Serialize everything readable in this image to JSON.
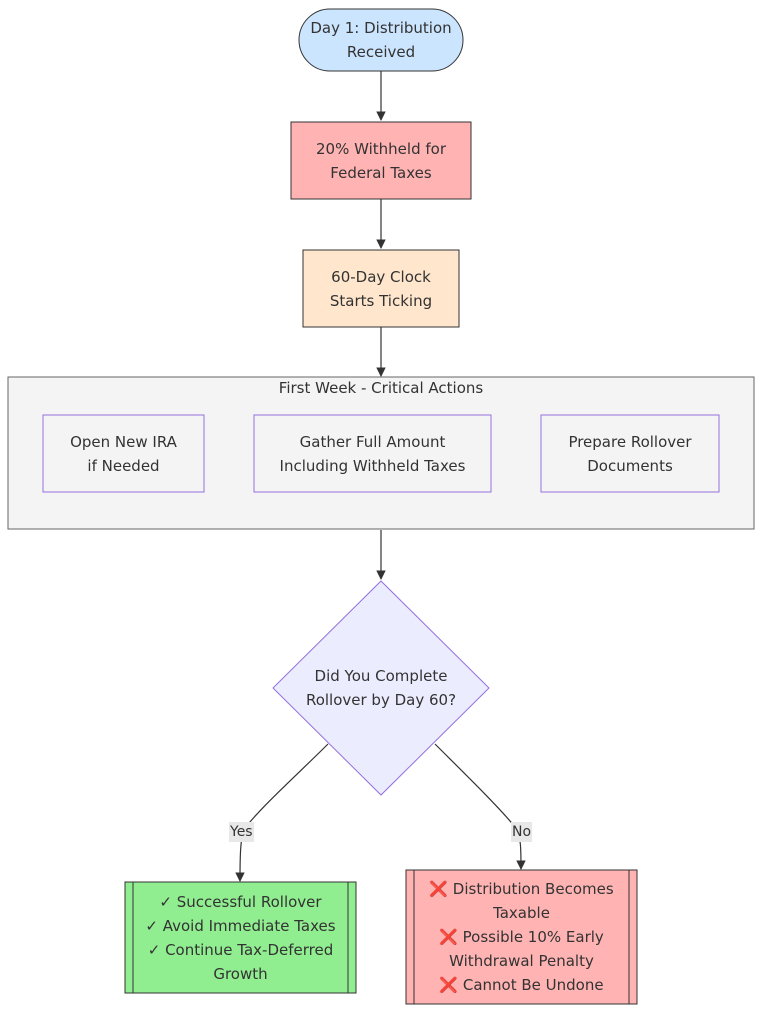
{
  "diagram": {
    "start": [
      "Day 1: Distribution",
      "Received"
    ],
    "withheld": [
      "20% Withheld for",
      "Federal Taxes"
    ],
    "clock": [
      "60-Day Clock",
      "Starts Ticking"
    ],
    "cluster_title": "First Week - Critical Actions",
    "open_ira": [
      "Open New IRA",
      "if Needed"
    ],
    "gather": [
      "Gather Full Amount",
      "Including Withheld Taxes"
    ],
    "prepare": [
      "Prepare Rollover",
      "Documents"
    ],
    "decision": [
      "Did You Complete",
      "Rollover by Day 60?"
    ],
    "yes_label": "Yes",
    "no_label": "No",
    "success": [
      "✓ Successful Rollover",
      "✓ Avoid Immediate Taxes",
      "✓ Continue Tax-Deferred",
      "Growth"
    ],
    "failure": {
      "mark": "❌",
      "lines": [
        "Distribution Becomes",
        "Taxable",
        "Possible 10% Early",
        "Withdrawal Penalty",
        "Cannot Be Undone"
      ]
    }
  },
  "colors": {
    "start_fill": "#cce5ff",
    "withheld_fill": "#ffb3b3",
    "clock_fill": "#ffe6cc",
    "cluster_fill": "#f4f4f4",
    "action_border": "#9370db",
    "decision_fill": "#ececff",
    "success_fill": "#90ee90",
    "failure_fill": "#ffb3b3"
  }
}
